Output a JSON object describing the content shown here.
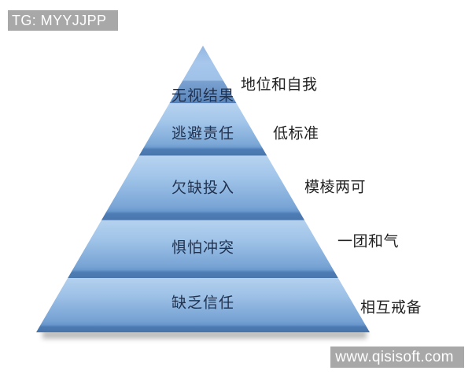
{
  "watermark": {
    "label": "TG: MYYJJPP"
  },
  "footer": {
    "website": "www.qisisoft.com"
  },
  "colors": {
    "background": "#ffffff",
    "banner_gray": "#a8a8a8",
    "banner_text": "#ffffff",
    "layer_light_top": "#b7d3f0",
    "layer_mid": "#7ca8d7",
    "layer_dark_edge": "#4b78b0",
    "apex_blue": "#a3c4ea",
    "top_band_blue": "#6b94c6",
    "pyramid_label_text": "#21324f",
    "side_label_text": "#232323"
  },
  "chart_data": {
    "type": "pyramid",
    "orientation": "point-up",
    "levels": [
      {
        "label": "无视结果",
        "side_label": "地位和自我"
      },
      {
        "label": "逃避责任",
        "side_label": "低标准"
      },
      {
        "label": "欠缺投入",
        "side_label": "模棱两可"
      },
      {
        "label": "惧怕冲突",
        "side_label": "一团和气"
      },
      {
        "label": "缺乏信任",
        "side_label": "相互戒备"
      }
    ]
  }
}
